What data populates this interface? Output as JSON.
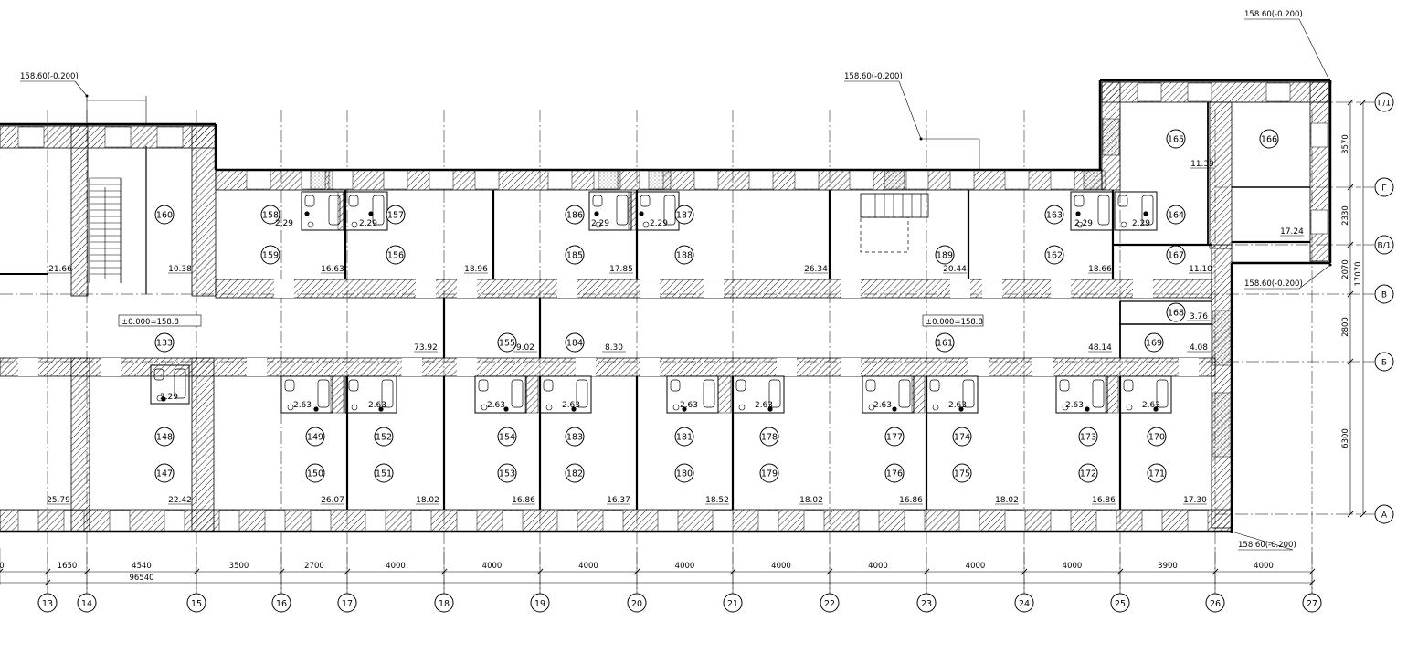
{
  "elevation_marks": [
    {
      "label": "158.60(-0.200)"
    },
    {
      "label": "158.60(-0.200)"
    },
    {
      "label": "158.60(-0.200)"
    },
    {
      "label": "158.60(-0.200)"
    },
    {
      "label": "158.60(-0.200)"
    }
  ],
  "zero_marks": [
    {
      "label": "±0.000=158.8"
    },
    {
      "label": "±0.000=158.8"
    }
  ],
  "axes_columns": [
    "13",
    "14",
    "15",
    "16",
    "17",
    "18",
    "19",
    "20",
    "21",
    "22",
    "23",
    "24",
    "25",
    "26",
    "27"
  ],
  "axes_rows": [
    "Г/1",
    "Г",
    "В/1",
    "В",
    "Б",
    "А"
  ],
  "dimensions_bottom": [
    "0",
    "1650",
    "4540",
    "3500",
    "2700",
    "4000",
    "4000",
    "4000",
    "4000",
    "4000",
    "4000",
    "4000",
    "4000",
    "3900",
    "4000"
  ],
  "dimension_total": "96540",
  "dimensions_right": [
    "3570",
    "2330",
    "2070",
    "17070",
    "2800",
    "6300"
  ],
  "rooms": [
    {
      "num": "160"
    },
    {
      "num": "158"
    },
    {
      "num": "157"
    },
    {
      "num": "159"
    },
    {
      "num": "156"
    },
    {
      "num": "186"
    },
    {
      "num": "187"
    },
    {
      "num": "185"
    },
    {
      "num": "188"
    },
    {
      "num": "189"
    },
    {
      "num": "163"
    },
    {
      "num": "164"
    },
    {
      "num": "162"
    },
    {
      "num": "167"
    },
    {
      "num": "165"
    },
    {
      "num": "166"
    },
    {
      "num": "168"
    },
    {
      "num": "169"
    },
    {
      "num": "133"
    },
    {
      "num": "155"
    },
    {
      "num": "184"
    },
    {
      "num": "161"
    },
    {
      "num": "148"
    },
    {
      "num": "149"
    },
    {
      "num": "152"
    },
    {
      "num": "154"
    },
    {
      "num": "183"
    },
    {
      "num": "181"
    },
    {
      "num": "178"
    },
    {
      "num": "177"
    },
    {
      "num": "174"
    },
    {
      "num": "173"
    },
    {
      "num": "170"
    },
    {
      "num": "147"
    },
    {
      "num": "150"
    },
    {
      "num": "151"
    },
    {
      "num": "153"
    },
    {
      "num": "182"
    },
    {
      "num": "180"
    },
    {
      "num": "179"
    },
    {
      "num": "176"
    },
    {
      "num": "175"
    },
    {
      "num": "172"
    },
    {
      "num": "171"
    }
  ],
  "areas": [
    {
      "v": "21.66"
    },
    {
      "v": "10.38"
    },
    {
      "v": "16.63"
    },
    {
      "v": "18.96"
    },
    {
      "v": "17.85"
    },
    {
      "v": "26.34"
    },
    {
      "v": "20.44"
    },
    {
      "v": "18.66"
    },
    {
      "v": "11.10"
    },
    {
      "v": "11.39"
    },
    {
      "v": "17.24"
    },
    {
      "v": "73.92"
    },
    {
      "v": "9.02"
    },
    {
      "v": "8.30"
    },
    {
      "v": "48.14"
    },
    {
      "v": "3.76"
    },
    {
      "v": "4.08"
    },
    {
      "v": "25.79"
    },
    {
      "v": "22.42"
    },
    {
      "v": "26.07"
    },
    {
      "v": "18.02"
    },
    {
      "v": "16.86"
    },
    {
      "v": "16.37"
    },
    {
      "v": "18.52"
    },
    {
      "v": "18.02"
    },
    {
      "v": "16.86"
    },
    {
      "v": "18.02"
    },
    {
      "v": "16.86"
    },
    {
      "v": "17.30"
    },
    {
      "v": "2.29"
    },
    {
      "v": "2.29"
    },
    {
      "v": "2.29"
    },
    {
      "v": "2.29"
    },
    {
      "v": "2.29"
    },
    {
      "v": "2.29"
    },
    {
      "v": "2.29"
    },
    {
      "v": "2.63"
    },
    {
      "v": "2.63"
    },
    {
      "v": "2.63"
    },
    {
      "v": "2.63"
    },
    {
      "v": "2.63"
    },
    {
      "v": "2.63"
    },
    {
      "v": "2.63"
    },
    {
      "v": "2.63"
    },
    {
      "v": "2.63"
    },
    {
      "v": "2.63"
    }
  ],
  "colors": {
    "line": "#000000",
    "background": "#ffffff",
    "hatch": "#000000"
  }
}
